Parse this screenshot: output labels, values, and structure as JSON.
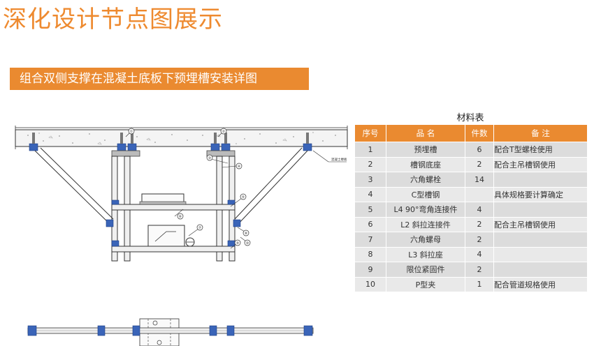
{
  "page_title": "深化设计节点图展示",
  "section_title": "组合双侧支撑在混凝土底板下预埋槽安装详图",
  "material_table": {
    "caption": "材料表",
    "headers": [
      "序号",
      "品 名",
      "件数",
      "备 注"
    ],
    "rows": [
      {
        "no": "1",
        "name": "预埋槽",
        "qty": "6",
        "note": "配合T型螺栓使用"
      },
      {
        "no": "2",
        "name": "槽钢底座",
        "qty": "2",
        "note": "配合主吊槽钢使用"
      },
      {
        "no": "3",
        "name": "六角螺栓",
        "qty": "14",
        "note": ""
      },
      {
        "no": "4",
        "name": "C型槽钢",
        "qty": "",
        "note": "具体规格要计算确定"
      },
      {
        "no": "5",
        "name": "L4 90°弯角连接件",
        "qty": "4",
        "note": ""
      },
      {
        "no": "6",
        "name": "L2 斜拉连接件",
        "qty": "2",
        "note": "配合主吊槽钢使用"
      },
      {
        "no": "7",
        "name": "六角螺母",
        "qty": "2",
        "note": ""
      },
      {
        "no": "8",
        "name": "L3 斜拉座",
        "qty": "4",
        "note": ""
      },
      {
        "no": "9",
        "name": "限位紧固件",
        "qty": "2",
        "note": ""
      },
      {
        "no": "10",
        "name": "P型夹",
        "qty": "1",
        "note": "配合管道规格使用"
      }
    ]
  },
  "drawing": {
    "callouts": [
      "①",
      "②",
      "③",
      "④",
      "⑤",
      "⑥",
      "⑦",
      "⑧",
      "⑨",
      "⑩"
    ],
    "slab_label": "混凝土楼板"
  }
}
